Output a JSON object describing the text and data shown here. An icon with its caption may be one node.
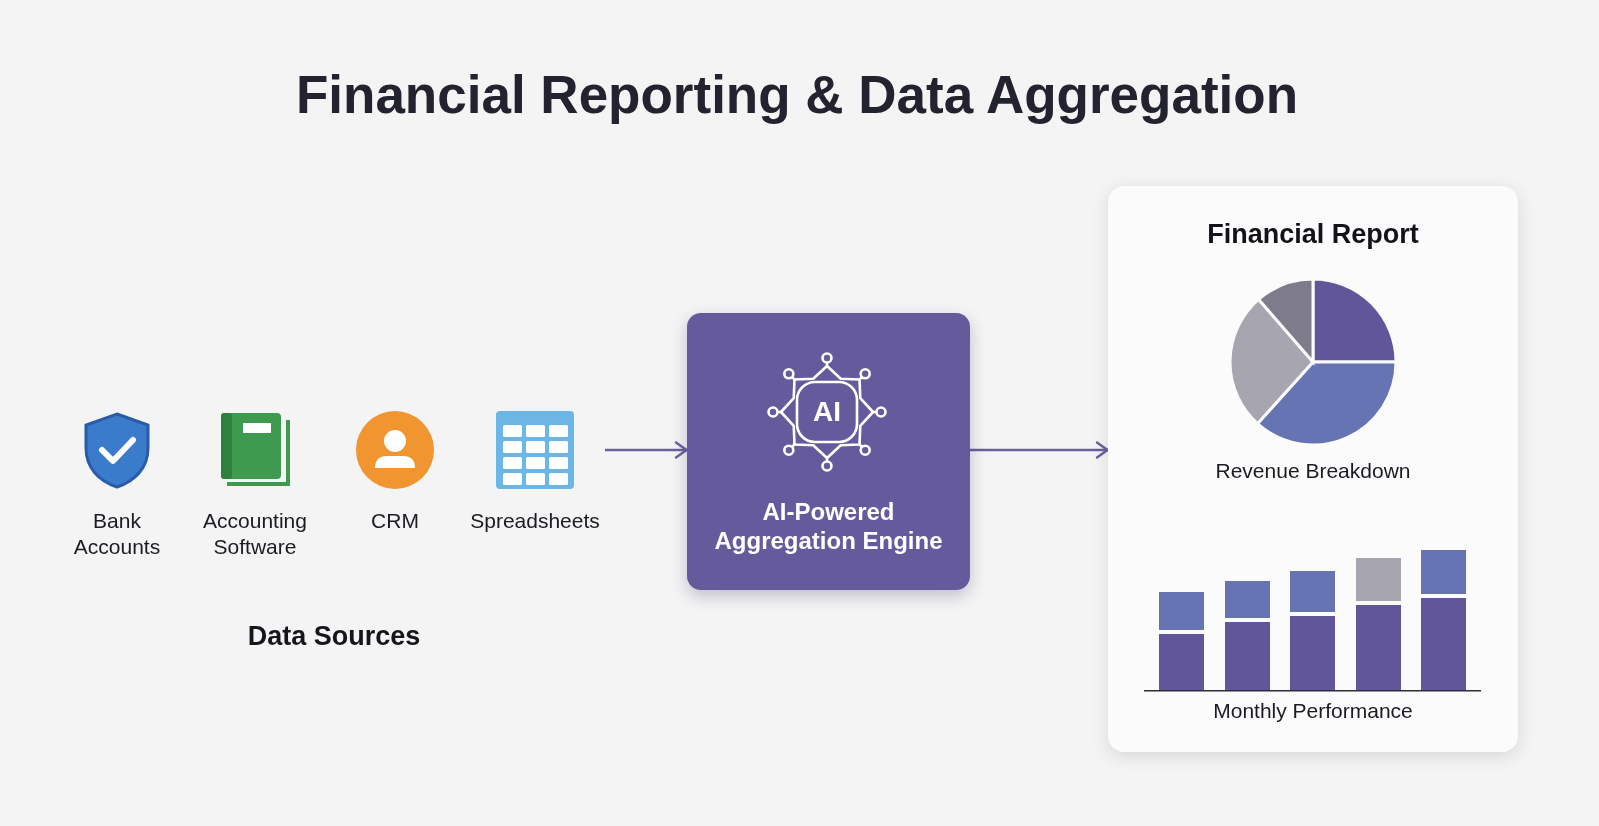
{
  "diagram": {
    "title": "Financial Reporting & Data Aggregation",
    "nodes": [
      {
        "text": [
          "Bank Accounts"
        ]
      },
      {
        "text": [
          "Accounting Software"
        ]
      },
      {
        "text": [
          "CRM"
        ]
      },
      {
        "text": [
          "Spreadsheets"
        ]
      },
      {
        "text": [
          "AI",
          "AI-Powered Aggregation Engine"
        ]
      },
      {
        "text": [
          "Financial Report",
          "Revenue Breakdown",
          "Monthly Performance"
        ]
      }
    ],
    "edges": [
      {
        "from": 3,
        "to": 4,
        "arrow": "to"
      },
      {
        "from": 4,
        "to": 5,
        "arrow": "to"
      }
    ],
    "labels": [
      "Data Sources"
    ]
  }
}
